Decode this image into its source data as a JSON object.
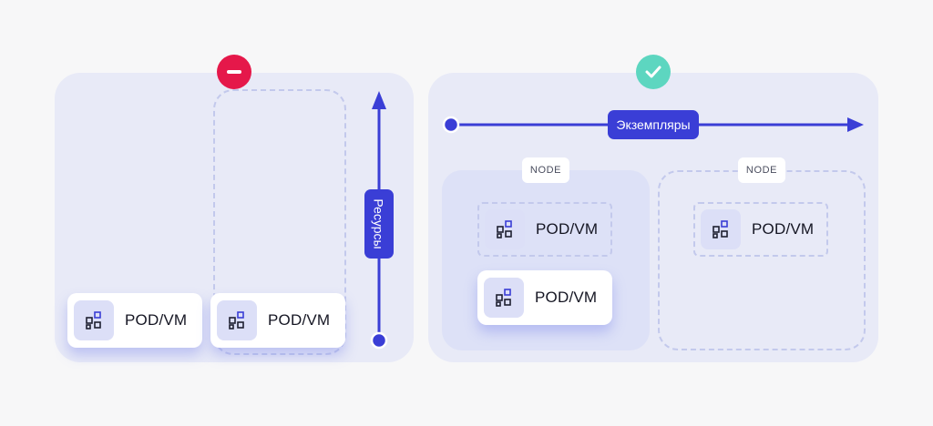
{
  "left_panel": {
    "status_icon": "minus-circle-icon",
    "status_color": "#e5184a",
    "axis_label": "Ресурсы",
    "cards": [
      {
        "label": "POD/VM",
        "icon": "pod-icon"
      },
      {
        "label": "POD/VM",
        "icon": "pod-icon"
      }
    ]
  },
  "right_panel": {
    "status_icon": "check-circle-icon",
    "status_color": "#5dd6c0",
    "axis_label": "Экземпляры",
    "nodes": [
      {
        "tag": "NODE",
        "pods": [
          {
            "label": "POD/VM"
          },
          {
            "label": "POD/VM"
          }
        ]
      },
      {
        "tag": "NODE",
        "pods": [
          {
            "label": "POD/VM"
          }
        ]
      }
    ]
  },
  "colors": {
    "accent": "#3a3ed6",
    "panel": "#e8eaf7",
    "node": "#dde1f7",
    "dashed": "#c3c9ec"
  }
}
